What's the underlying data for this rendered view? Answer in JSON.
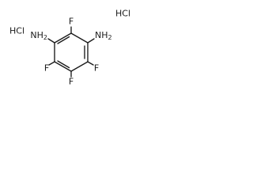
{
  "molecule": {
    "substituents": {
      "fluorine_top": "F",
      "amine_left": "NH2",
      "amine_right": "NH2",
      "fluorine_left": "F",
      "fluorine_bottom": "F",
      "fluorine_right": "F"
    },
    "salts": {
      "left": "HCl",
      "right": "HCl"
    },
    "colors": {
      "ink": "#1a1a1a",
      "background": "#ffffff"
    }
  }
}
